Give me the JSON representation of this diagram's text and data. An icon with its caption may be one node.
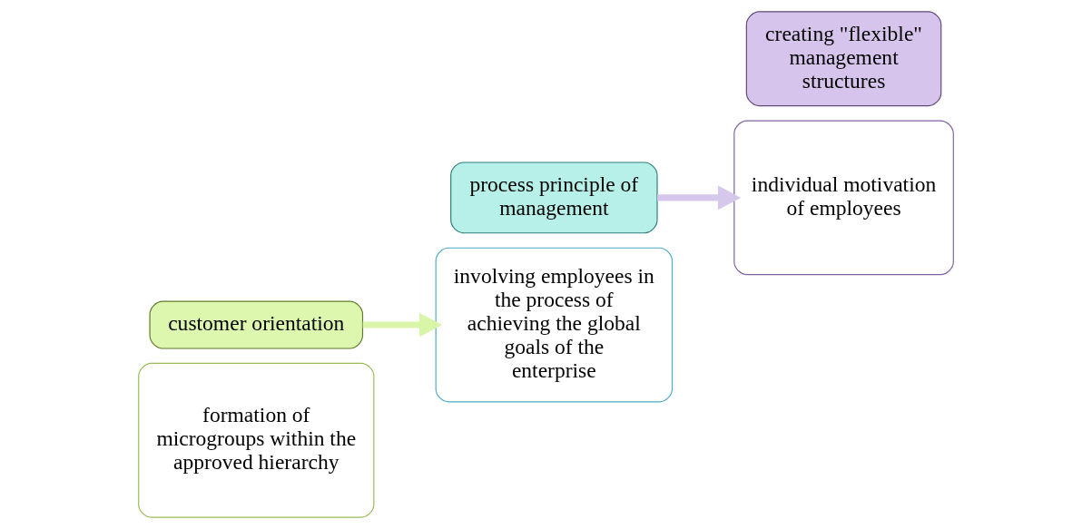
{
  "diagram": {
    "nodes": [
      {
        "text": [
          "formation of microgroups within the approved hierarchy"
        ]
      },
      {
        "text": [
          "customer orientation"
        ]
      },
      {
        "text": [
          "involving employees in the process of achieving the global goals of the enterprise"
        ]
      },
      {
        "text": [
          "process principle of management"
        ]
      },
      {
        "text": [
          "individual motivation of employees"
        ]
      },
      {
        "text": [
          "creating \"flexible\" management structures"
        ]
      }
    ],
    "edges": [
      {
        "from": 1,
        "to": 2,
        "arrow": "to",
        "color": "#d8f5a8"
      },
      {
        "from": 3,
        "to": 4,
        "arrow": "to",
        "color": "#d5c8ec"
      }
    ]
  }
}
